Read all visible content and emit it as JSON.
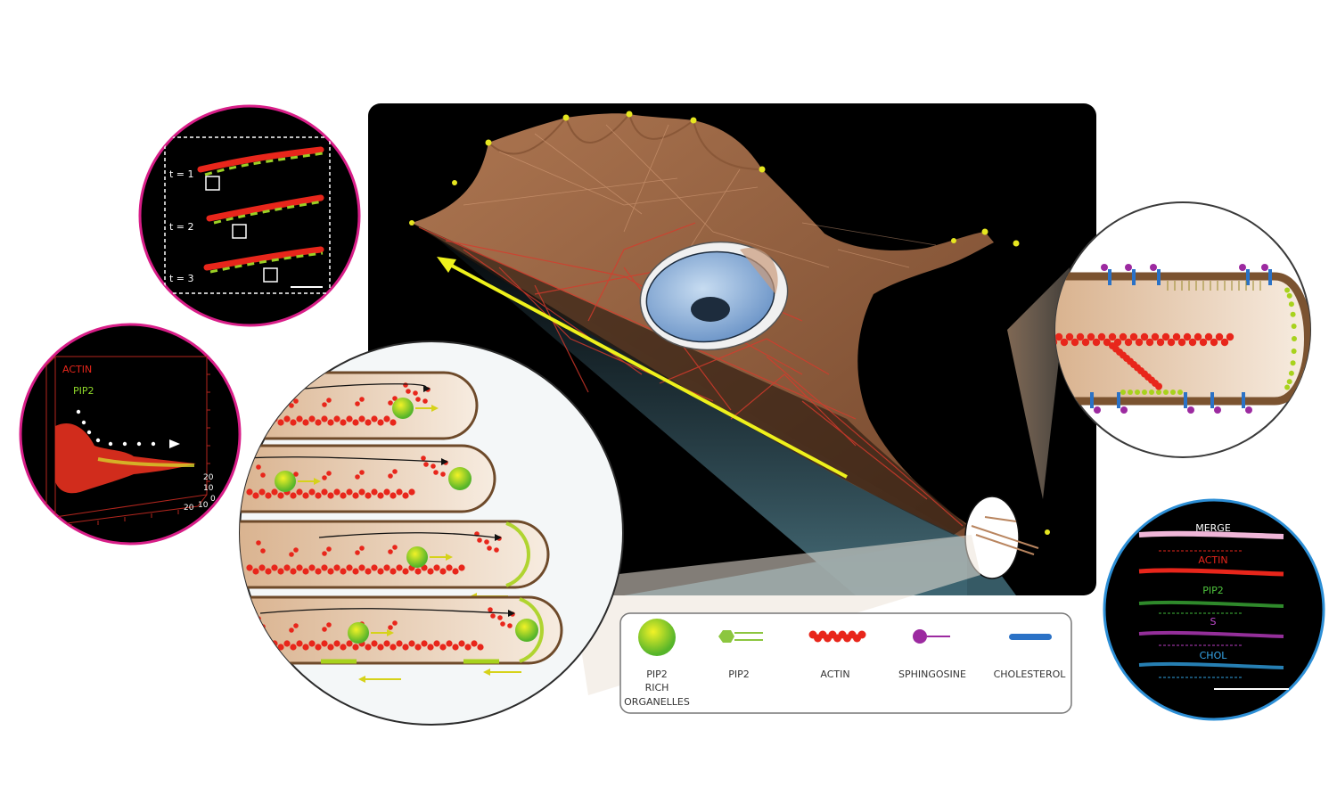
{
  "time_panel": {
    "labels": [
      "t = 1",
      "t = 2",
      "t = 3"
    ]
  },
  "plot_panel": {
    "actin_label": "ACTIN",
    "pip2_label": "PIP2",
    "axis_ticks": [
      "20",
      "10",
      "20",
      "10",
      "0"
    ]
  },
  "channels_panel": {
    "labels": [
      "MERGE",
      "ACTIN",
      "PIP2",
      "S",
      "CHOL"
    ]
  },
  "legend": {
    "items": [
      {
        "label_lines": [
          "PIP2",
          "RICH",
          "ORGANELLES"
        ]
      },
      {
        "label_lines": [
          "PIP2"
        ]
      },
      {
        "label_lines": [
          "ACTIN"
        ]
      },
      {
        "label_lines": [
          "SPHINGOSINE"
        ]
      },
      {
        "label_lines": [
          "CHOLESTEROL"
        ]
      }
    ]
  },
  "colors": {
    "background": "#ffffff",
    "cell_body": "#a9734f",
    "actin": "#e8261b",
    "pip2": "#a8d21d",
    "sphingosine": "#9c2aa0",
    "cholesterol": "#2b72c6",
    "panel_ring_magenta": "#d81e88",
    "panel_ring_blue": "#2d8fd6",
    "nucleus": "#8fb3dc",
    "arrow_yellow": "#eef11c"
  }
}
